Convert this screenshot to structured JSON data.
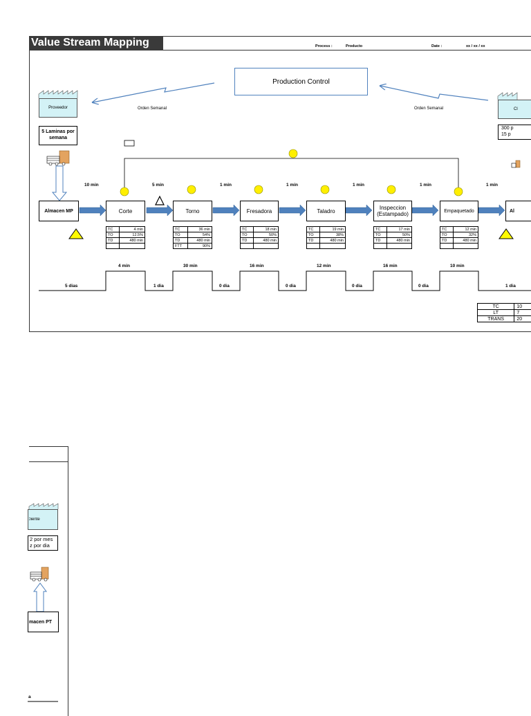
{
  "header": {
    "title": "Value Stream Mapping",
    "process_label": "Process :",
    "process_value": "Producto",
    "date_label": "Date :",
    "date_value": "xx / xx / xx"
  },
  "production_control": "Production Control",
  "supplier": {
    "name": "Proveedor",
    "info": "5 Laminas por semana",
    "order": "Orden Semanal"
  },
  "customer": {
    "name_partial": "Cl",
    "info": [
      "300 p",
      "15 p"
    ],
    "order": "Orden Semanal"
  },
  "inventory_start": "Almacen MP",
  "inventory_end": "Al",
  "processes": [
    {
      "name": "Corte",
      "data": [
        [
          "TC",
          "4 min"
        ],
        [
          "TO",
          "12.5%"
        ],
        [
          "TD",
          "480 min"
        ],
        [
          "",
          ""
        ]
      ]
    },
    {
      "name": "Torno",
      "data": [
        [
          "TC",
          "36 min"
        ],
        [
          "TO",
          "54%"
        ],
        [
          "TD",
          "480 min"
        ],
        [
          "FTT",
          "90%"
        ]
      ]
    },
    {
      "name": "Fresadora",
      "data": [
        [
          "TC",
          "18 min"
        ],
        [
          "TO",
          "50%"
        ],
        [
          "TD",
          "480 min"
        ],
        [
          "",
          ""
        ]
      ]
    },
    {
      "name": "Taladro",
      "data": [
        [
          "TC",
          "19 min"
        ],
        [
          "TO",
          "38%"
        ],
        [
          "TD",
          "480 min"
        ],
        [
          "",
          ""
        ]
      ]
    },
    {
      "name": "Inspeccion (Estampado)",
      "data": [
        [
          "TC",
          "17 min"
        ],
        [
          "TO",
          "50%"
        ],
        [
          "TD",
          "480 min"
        ],
        [
          "",
          ""
        ]
      ]
    },
    {
      "name": "Empaquetado",
      "data": [
        [
          "TC",
          "12 min"
        ],
        [
          "TO",
          "32%"
        ],
        [
          "TD",
          "480 min"
        ],
        [
          "",
          ""
        ]
      ]
    }
  ],
  "transport_times": [
    "10 min",
    "5 min",
    "1 min",
    "1 min",
    "1 min",
    "1 min",
    "1 min"
  ],
  "timeline": {
    "process_times": [
      "4 min",
      "30 min",
      "16 min",
      "12 min",
      "16 min",
      "10 min"
    ],
    "wait_times": [
      "5 dias",
      "1 dia",
      "0 dia",
      "0 dia",
      "0 dia",
      "0 dia",
      "1 dia"
    ]
  },
  "totals": [
    [
      "TC",
      "10"
    ],
    [
      "LT",
      "7"
    ],
    [
      "TRANS",
      "20"
    ]
  ],
  "page2": {
    "customer": "Cliente",
    "info": [
      "2 por mes",
      "z por dia"
    ],
    "warehouse": "macen PT",
    "wait": "a"
  }
}
